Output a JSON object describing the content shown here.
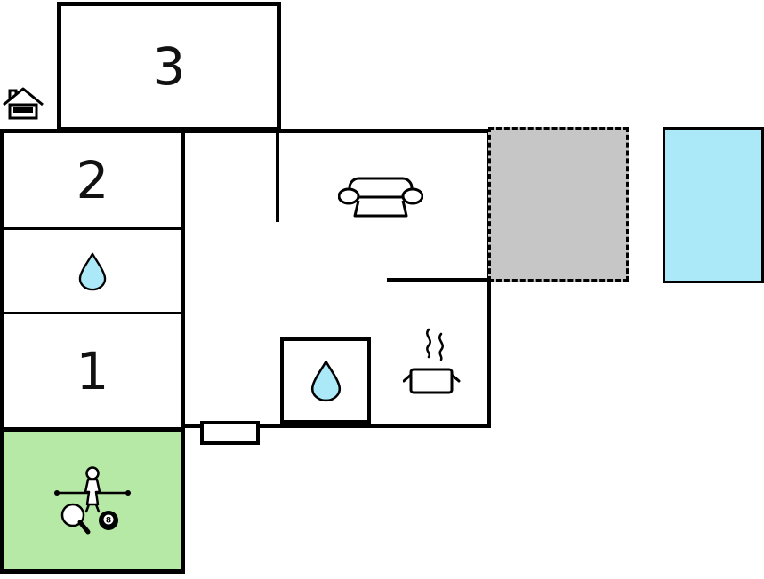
{
  "plan": {
    "type": "vacation-house-floor-plan",
    "rooms": {
      "bedroom3": {
        "label": "3"
      },
      "bedroom2": {
        "label": "2"
      },
      "bedroom1": {
        "label": "1"
      },
      "bathroom_small": {
        "icon": "water-drop-icon"
      },
      "bathroom_main": {
        "icon": "water-drop-icon"
      },
      "living_area": {
        "icon": "sofa-icon"
      },
      "kitchen": {
        "icons": [
          "cooking-pot-icon",
          "steam-icon"
        ]
      },
      "activity_room": {
        "icons": [
          "foosball-player-icon",
          "table-tennis-paddle-icon",
          "eight-ball-icon"
        ],
        "ball_label": "8"
      },
      "terrace": {
        "style": "dashed-outline"
      },
      "pool": {},
      "entrance": {
        "icon": "door-step"
      }
    },
    "marker": {
      "icon": "house-icon"
    },
    "colors": {
      "wall": "#000000",
      "room_fill": "#ffffff",
      "activity_room_fill": "#b6e8a6",
      "terrace_fill": "#c6c6c6",
      "pool_fill": "#abe9f8",
      "water_drop_fill": "#abe9f8",
      "eight_ball_fill": "#000000"
    }
  }
}
